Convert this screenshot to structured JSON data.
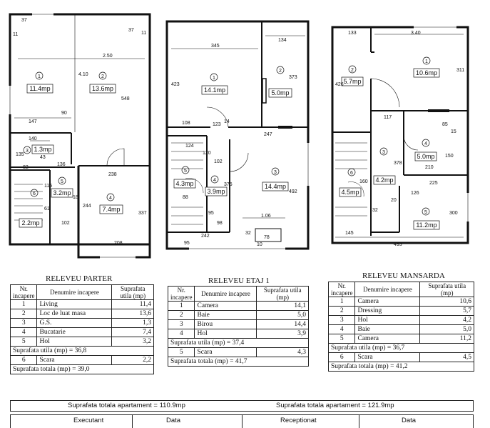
{
  "plans": {
    "parter": {
      "rooms": [
        {
          "num": "1",
          "area": "11.4mp"
        },
        {
          "num": "2",
          "area": "13.6mp"
        },
        {
          "num": "3",
          "area": "1.3mp"
        },
        {
          "num": "4",
          "area": "7.4mp"
        },
        {
          "num": "5",
          "area": "3.2mp"
        },
        {
          "num": "6",
          "area": "2.2mp"
        }
      ],
      "dims": [
        "37",
        "37",
        "11",
        "11",
        "2.50",
        "548",
        "4.10",
        "147",
        "90",
        "140",
        "43",
        "135",
        "82",
        "136",
        "238",
        "115",
        "244",
        "337",
        "102",
        "208",
        "18",
        "61"
      ]
    },
    "etaj": {
      "rooms": [
        {
          "num": "1",
          "area": "14.1mp"
        },
        {
          "num": "2",
          "area": "5.0mp"
        },
        {
          "num": "3",
          "area": "14.4mp"
        },
        {
          "num": "4",
          "area": "3.9mp"
        },
        {
          "num": "5",
          "area": "4.3mp"
        }
      ],
      "dims": [
        "345",
        "134",
        "423",
        "373",
        "108",
        "123",
        "14",
        "247",
        "124",
        "102",
        "375",
        "492",
        "88",
        "95",
        "98",
        "242",
        "1.06",
        "78",
        "32",
        "10",
        "95",
        "120"
      ]
    },
    "mansarda": {
      "rooms": [
        {
          "num": "1",
          "area": "10.6mp"
        },
        {
          "num": "2",
          "area": "5.7mp"
        },
        {
          "num": "3",
          "area": "4.2mp"
        },
        {
          "num": "4",
          "area": "5.0mp"
        },
        {
          "num": "5",
          "area": "11.2mp"
        },
        {
          "num": "6",
          "area": "4.5mp"
        }
      ],
      "dims": [
        "133",
        "3.40",
        "426",
        "311",
        "117",
        "85",
        "15",
        "150",
        "210",
        "378",
        "225",
        "126",
        "300",
        "32",
        "20",
        "145",
        "493",
        "160"
      ]
    }
  },
  "tables": {
    "parter": {
      "title": "RELEVEU PARTER",
      "col_nr": "Nr. incapere",
      "col_name": "Denumire incapere",
      "col_area": "Suprafata utila (mp)",
      "rows": [
        {
          "nr": "1",
          "name": "Living",
          "area": "11,4"
        },
        {
          "nr": "2",
          "name": "Loc de luat masa",
          "area": "13,6"
        },
        {
          "nr": "3",
          "name": "G.S.",
          "area": "1,3"
        },
        {
          "nr": "4",
          "name": "Bucatarie",
          "area": "7,4"
        },
        {
          "nr": "5",
          "name": "Hol",
          "area": "3,2"
        }
      ],
      "subtotal_label": "Suprafata utila (mp) = 36,8",
      "extra": {
        "nr": "6",
        "name": "Scara",
        "area": "2,2"
      },
      "total_label": "Suprafata totala (mp) = 39,0"
    },
    "etaj": {
      "title": "RELEVEU ETAJ 1",
      "col_nr": "Nr. incapere",
      "col_name": "Denumire incapere",
      "col_area": "Suprafata utila (mp)",
      "rows": [
        {
          "nr": "1",
          "name": "Camera",
          "area": "14,1"
        },
        {
          "nr": "2",
          "name": "Baie",
          "area": "5,0"
        },
        {
          "nr": "3",
          "name": "Birou",
          "area": "14,4"
        },
        {
          "nr": "4",
          "name": "Hol",
          "area": "3,9"
        }
      ],
      "subtotal_label": "Suprafata utila (mp) = 37,4",
      "extra": {
        "nr": "5",
        "name": "Scara",
        "area": "4,3"
      },
      "total_label": "Suprafata totala (mp) = 41,7"
    },
    "mansarda": {
      "title": "RELEVEU MANSARDA",
      "col_nr": "Nr. incapere",
      "col_name": "Denumire incapere",
      "col_area": "Suprafata utila (mp)",
      "rows": [
        {
          "nr": "1",
          "name": "Camera",
          "area": "10,6"
        },
        {
          "nr": "2",
          "name": "Dressing",
          "area": "5,7"
        },
        {
          "nr": "3",
          "name": "Hol",
          "area": "4,2"
        },
        {
          "nr": "4",
          "name": "Baie",
          "area": "5,0"
        },
        {
          "nr": "5",
          "name": "Camera",
          "area": "11,2"
        }
      ],
      "subtotal_label": "Suprafata utila (mp) = 36,7",
      "extra": {
        "nr": "6",
        "name": "Scara",
        "area": "4,5"
      },
      "total_label": "Suprafata totala (mp) = 41,2"
    }
  },
  "totals": {
    "utila": "Suprafata totala apartament = 110.9mp",
    "totala": "Suprafata totala apartament = 121.9mp"
  },
  "signature": {
    "executant": "Executant",
    "data1": "Data",
    "receptionat": "Receptionat",
    "data2": "Data"
  }
}
